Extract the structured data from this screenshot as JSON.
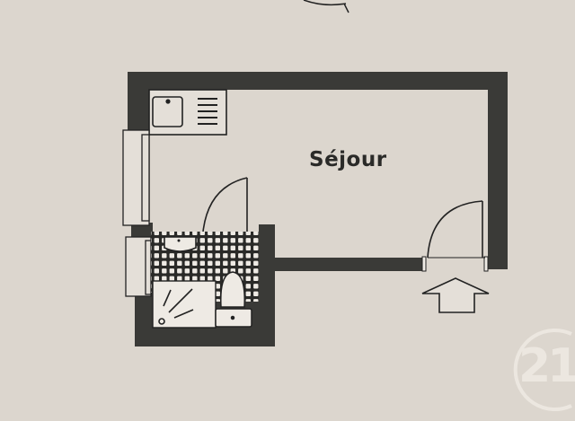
{
  "plan": {
    "rooms": [
      {
        "name": "Séjour",
        "type": "living-room"
      },
      {
        "name": "",
        "type": "bathroom",
        "fixtures": [
          "washbasin",
          "shower",
          "toilet"
        ]
      },
      {
        "name": "",
        "type": "kitchenette",
        "fixtures": [
          "sink",
          "cooktop"
        ]
      }
    ],
    "entrance": {
      "indicator": "arrow-up"
    },
    "colors": {
      "background": "#dcd6ce",
      "wall": "#3a3a37",
      "line": "#222220",
      "logo": "#ece7e0"
    }
  },
  "labels": {
    "sejour": "Séjour"
  },
  "brand": {
    "logo_text": "21"
  }
}
